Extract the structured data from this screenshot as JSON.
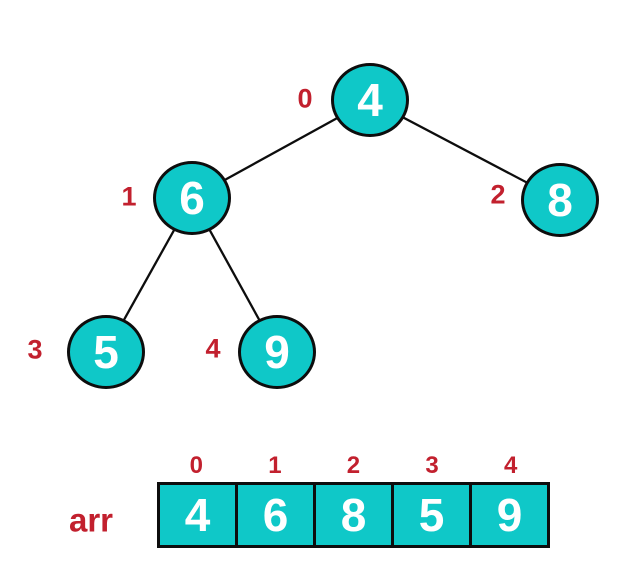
{
  "diagram": {
    "type": "binary-heap-tree-with-array-representation",
    "colors": {
      "node_fill": "#0fc8c8",
      "index_label": "#c2202e",
      "node_text": "#ffffff",
      "edge_stroke": "#0d0d0d"
    },
    "tree": {
      "nodes": [
        {
          "value": "4",
          "index_label": "0"
        },
        {
          "value": "6",
          "index_label": "1"
        },
        {
          "value": "8",
          "index_label": "2"
        },
        {
          "value": "5",
          "index_label": "3"
        },
        {
          "value": "9",
          "index_label": "4"
        }
      ],
      "edges": [
        [
          0,
          1
        ],
        [
          0,
          2
        ],
        [
          1,
          3
        ],
        [
          1,
          4
        ]
      ]
    },
    "array": {
      "label": "arr",
      "indices": [
        "0",
        "1",
        "2",
        "3",
        "4"
      ],
      "values": [
        "4",
        "6",
        "8",
        "5",
        "9"
      ]
    }
  }
}
